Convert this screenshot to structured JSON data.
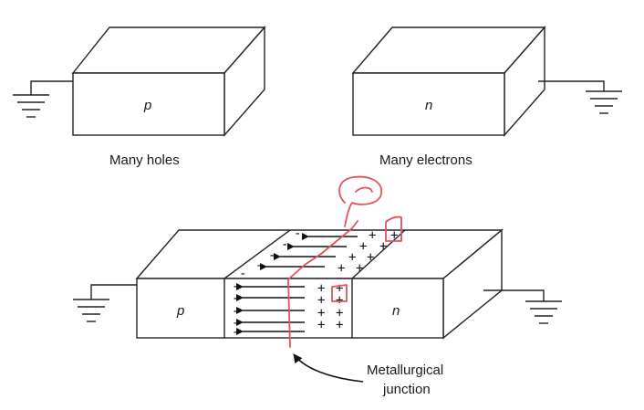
{
  "top": {
    "p_block_label": "p",
    "n_block_label": "n",
    "p_caption": "Many holes",
    "n_caption": "Many electrons"
  },
  "bottom": {
    "p_label": "p",
    "n_label": "n",
    "junction_label_line1": "Metallurgical",
    "junction_label_line2": "junction",
    "minus_sign": "-",
    "plus_sign": "+"
  },
  "colors": {
    "ink": "#1a1a1a",
    "annotation_red": "#e8505b"
  },
  "icons": [
    "ground-symbol-icon",
    "field-arrow-icon",
    "electron-annotation-icon"
  ]
}
